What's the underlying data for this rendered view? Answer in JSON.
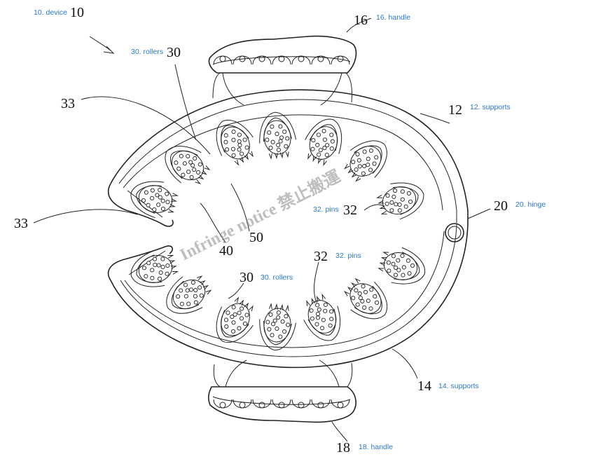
{
  "figure": {
    "callouts": [
      {
        "id": "device",
        "num": "10",
        "tag": "10. device"
      },
      {
        "id": "handle-top",
        "num": "16",
        "tag": "16. handle"
      },
      {
        "id": "rollers-top",
        "num": "30",
        "tag": "30. rollers"
      },
      {
        "id": "ref-33-upper",
        "num": "33",
        "tag": ""
      },
      {
        "id": "ref-33-lower",
        "num": "33",
        "tag": ""
      },
      {
        "id": "supports-top",
        "num": "12",
        "tag": "12. supports"
      },
      {
        "id": "hinge",
        "num": "20",
        "tag": "20. hinge"
      },
      {
        "id": "pins-right",
        "num": "32",
        "tag": "32. pins"
      },
      {
        "id": "ref-50",
        "num": "50",
        "tag": ""
      },
      {
        "id": "ref-40",
        "num": "40",
        "tag": ""
      },
      {
        "id": "pins-lower",
        "num": "32",
        "tag": "32. pins"
      },
      {
        "id": "rollers-lower",
        "num": "30",
        "tag": "30. rollers"
      },
      {
        "id": "supports-bottom",
        "num": "14",
        "tag": "14. supports"
      },
      {
        "id": "handle-bottom",
        "num": "18",
        "tag": "18. handle"
      }
    ],
    "watermark": "Infringe notice  禁止搬運"
  }
}
